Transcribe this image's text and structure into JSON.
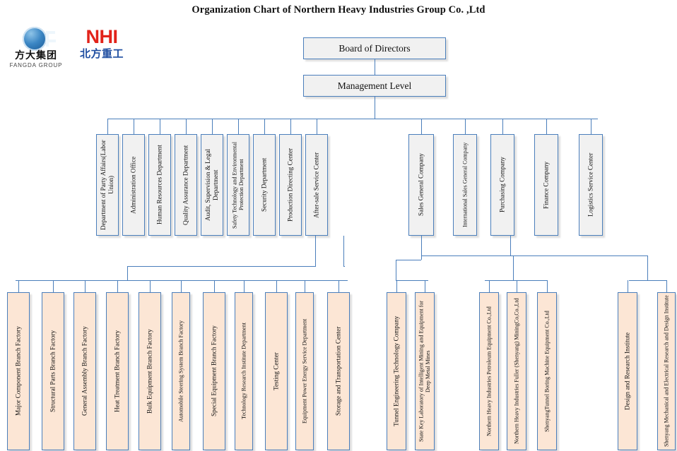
{
  "title": "Organization Chart of Northern Heavy Industries  Group Co. ,Ltd",
  "logos": {
    "fangda": {
      "cn": "方大集团",
      "en": "FANGDA GROUP",
      "mark": "fangda-circle-f-icon"
    },
    "nhi": {
      "en": "NHI",
      "cn": "北方重工"
    }
  },
  "top": {
    "board": "Board of Directors",
    "management": "Management Level"
  },
  "colors": {
    "box_border": "#4a7ebb",
    "box_fill_gray": "#f1f1f1",
    "box_fill_peach": "#fce6d5",
    "connector": "#4a7ebb",
    "nhi_red": "#e2231a",
    "nhi_blue": "#1f4ea1"
  },
  "level2_left": [
    "Department of Party Affairs(Labor Union)",
    "Administration Office",
    "Human Resources Department",
    "Quality Assurance Department",
    "Audit, Supervision & Legal Department",
    "Safety Technology and Environmental Protection Department",
    "Security Department",
    "Production Directing Center",
    "After-sale Service Center"
  ],
  "level2_right": [
    "Sales General Company",
    "International Sales General Company",
    "Purchasing Company",
    "Finance Company",
    "Logistics Service Center"
  ],
  "level3_production": [
    "Major Component Branch Factory",
    "Structural Parts Branch Factory",
    "General Assembly Branch Factory",
    "Heat Treatment Branch Factory",
    "Bulk Equipment Branch Factory",
    "Automobile Steering System Branch Factory",
    "Special Equipment Branch Factory",
    "Technology Research Institute Department",
    "Testing Center",
    "Equipment Power Energy Service Department",
    "Storage and Transportation Center"
  ],
  "level3_tunnel": [
    "Tunnel Engineering Technology Company",
    "State Key Laboratory of Intelligent Mining and Equipment for Deep Metal Mines"
  ],
  "level3_subsidiaries": [
    "Northern Heavy Industries Petroleum Equipment Co.,Ltd",
    "Northern Heavy Industries Fuller (Shenyang) MiningCo,Co.,Ltd",
    "ShenyangTunnel Boring Machine Equipment Co.,Ltd"
  ],
  "level3_research": [
    "Design and Research Institute",
    "Shenyang Mechanical and Electrical Research and Design Institute"
  ]
}
